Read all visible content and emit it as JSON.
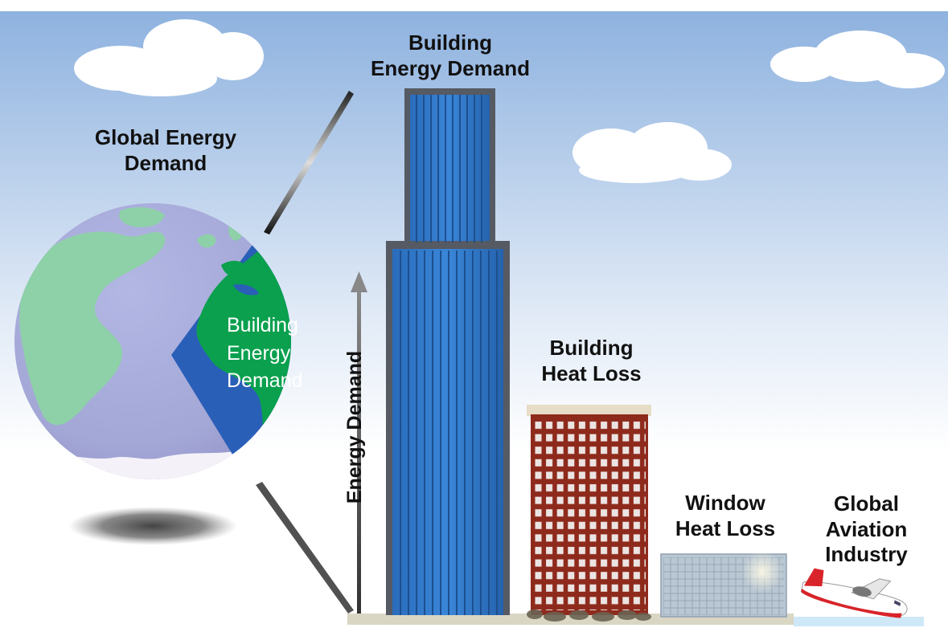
{
  "labels": {
    "global_energy_demand": [
      "Global Energy",
      "Demand"
    ],
    "building_energy_demand_top": [
      "Building",
      "Energy Demand"
    ],
    "building_energy_demand_globe": [
      "Building",
      "Energy",
      "Demand"
    ],
    "building_heat_loss": [
      "Building",
      "Heat Loss"
    ],
    "window_heat_loss": [
      "Window",
      "Heat Loss"
    ],
    "global_aviation_industry": [
      "Global",
      "Aviation",
      "Industry"
    ],
    "axis": "Energy Demand"
  },
  "colors": {
    "sky_top": "#8fb3e0",
    "sky_bottom": "#ffffff",
    "globe_ocean": "#a7abd9",
    "globe_land": "#8ecfa6",
    "building_share": "#0aa04e",
    "tower_glass": "#2d74c4",
    "tower_frame": "#555a63",
    "brick": "#8e2a1c",
    "window_glass": "#b9c7d3",
    "plane_red": "#d8242a"
  }
}
